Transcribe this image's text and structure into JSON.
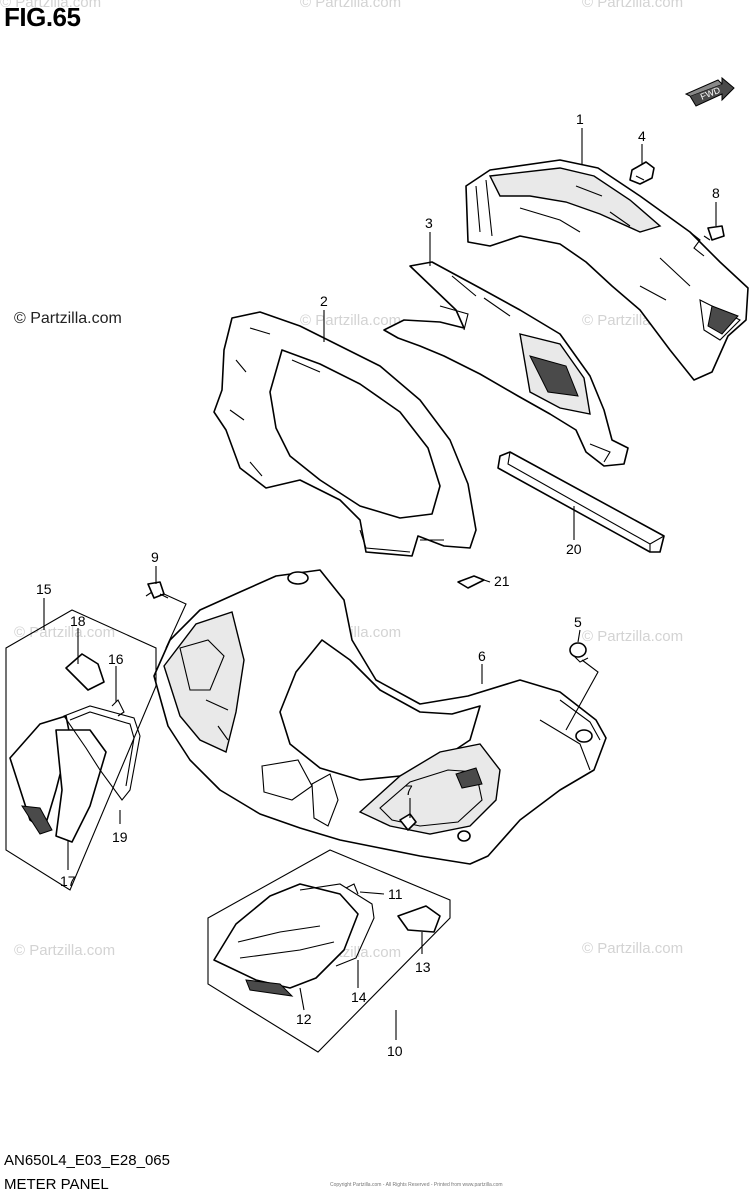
{
  "figure": {
    "title": "FIG.65",
    "code": "AN650L4_E03_E28_065",
    "name": "METER PANEL",
    "direction_label": "FWD",
    "copyright_tiny": "Copyright Partzilla.com - All Rights Reserved - Printed from www.partzilla.com"
  },
  "watermarks": {
    "text": "© Partzilla.com",
    "main_text": "© Partzilla.com"
  },
  "callouts": [
    {
      "id": "c1",
      "label": "1"
    },
    {
      "id": "c2",
      "label": "2"
    },
    {
      "id": "c3",
      "label": "3"
    },
    {
      "id": "c4",
      "label": "4"
    },
    {
      "id": "c5",
      "label": "5"
    },
    {
      "id": "c6",
      "label": "6"
    },
    {
      "id": "c7",
      "label": "7"
    },
    {
      "id": "c8",
      "label": "8"
    },
    {
      "id": "c9",
      "label": "9"
    },
    {
      "id": "c10",
      "label": "10"
    },
    {
      "id": "c11",
      "label": "11"
    },
    {
      "id": "c12",
      "label": "12"
    },
    {
      "id": "c13",
      "label": "13"
    },
    {
      "id": "c14",
      "label": "14"
    },
    {
      "id": "c15",
      "label": "15"
    },
    {
      "id": "c16",
      "label": "16"
    },
    {
      "id": "c17",
      "label": "17"
    },
    {
      "id": "c18",
      "label": "18"
    },
    {
      "id": "c19",
      "label": "19"
    },
    {
      "id": "c20",
      "label": "20"
    },
    {
      "id": "c21",
      "label": "21"
    }
  ]
}
